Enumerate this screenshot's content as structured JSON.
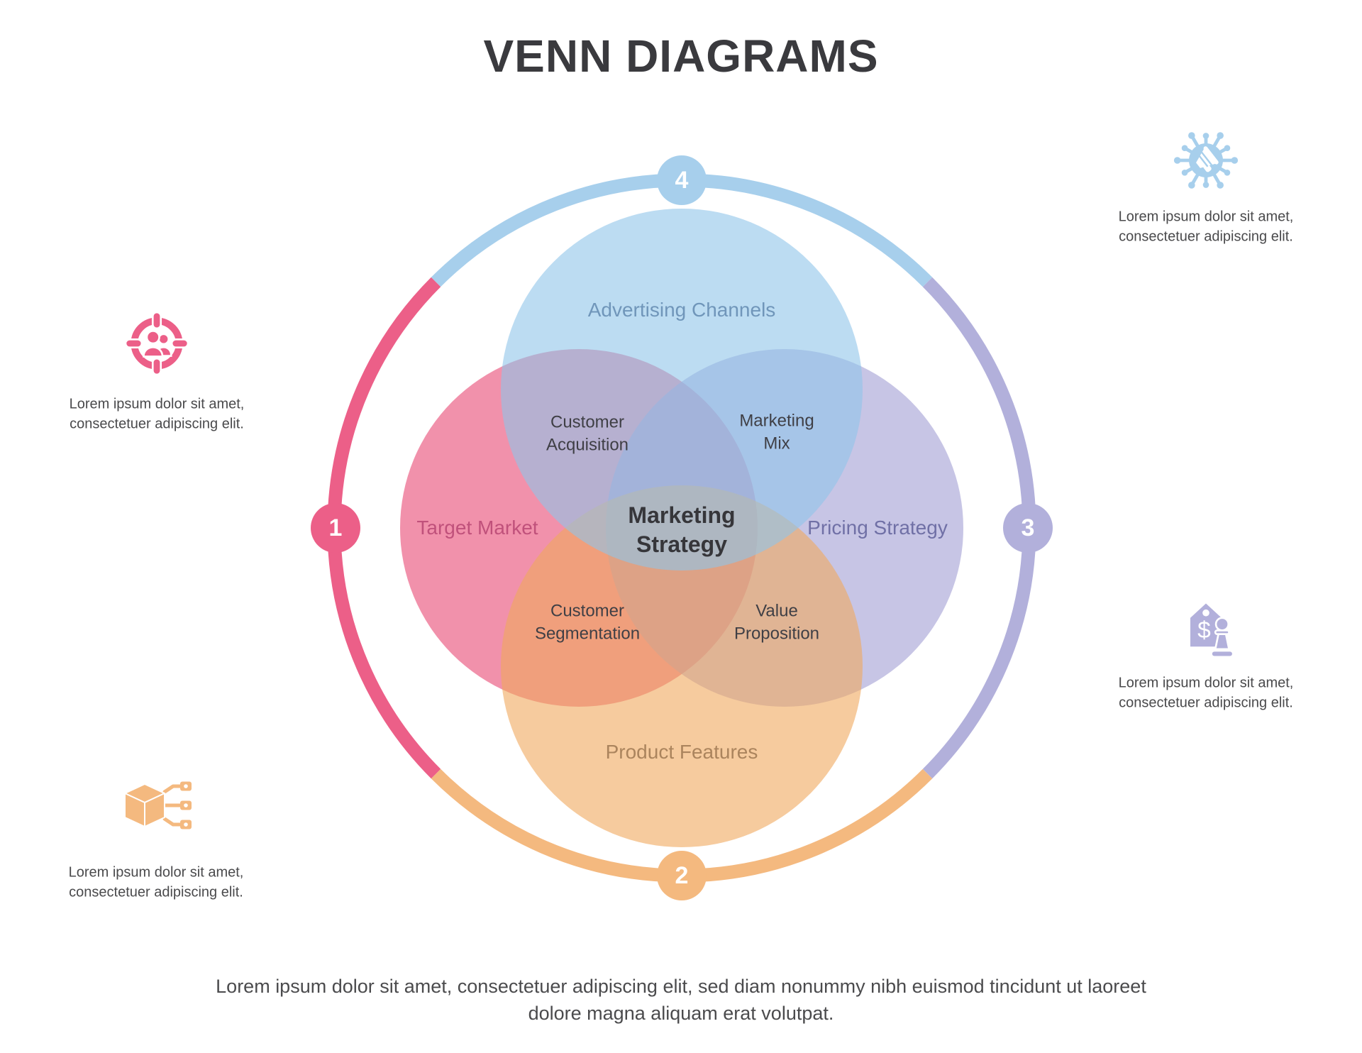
{
  "title": "VENN DIAGRAMS",
  "diagram": {
    "badges": [
      {
        "number": "1",
        "color": "#ec5f88",
        "position": "left"
      },
      {
        "number": "2",
        "color": "#f4b97f",
        "position": "bottom"
      },
      {
        "number": "3",
        "color": "#b2b0db",
        "position": "right"
      },
      {
        "number": "4",
        "color": "#a7cfec",
        "position": "top"
      }
    ],
    "sets": {
      "top": {
        "label": "Advertising Channels",
        "color": "#8fc5e9",
        "label_color": "#7096ba"
      },
      "left": {
        "label": "Target Market",
        "color": "#e84873",
        "label_color": "#c0517b"
      },
      "right": {
        "label": "Pricing Strategy",
        "color": "#a29ed4",
        "label_color": "#7070a6"
      },
      "bottom": {
        "label": "Product Features",
        "color": "#f0a85d",
        "label_color": "#ab845d"
      }
    },
    "intersections": {
      "center": "Marketing Strategy",
      "top_left": "Customer Acquisition",
      "top_right": "Marketing Mix",
      "bottom_left": "Customer Segmentation",
      "bottom_right": "Value Proposition"
    }
  },
  "callouts": {
    "left": {
      "icon": "target-audience-icon",
      "text": "Lorem ipsum dolor sit amet, consectetuer adipiscing elit."
    },
    "top_right": {
      "icon": "viral-marketing-icon",
      "text": "Lorem ipsum dolor sit amet, consectetuer adipiscing elit."
    },
    "right": {
      "icon": "price-tag-pawn-icon",
      "icon_glyph": "$",
      "text": "Lorem ipsum dolor sit amet, consectetuer adipiscing elit."
    },
    "bottom_left": {
      "icon": "product-box-icon",
      "text": "Lorem ipsum dolor sit amet, consectetuer adipiscing elit."
    }
  },
  "footer": {
    "text": "Lorem ipsum dolor sit amet, consectetuer adipiscing elit, sed diam nonummy nibh euismod tincidunt ut laoreet dolore magna aliquam erat volutpat."
  }
}
